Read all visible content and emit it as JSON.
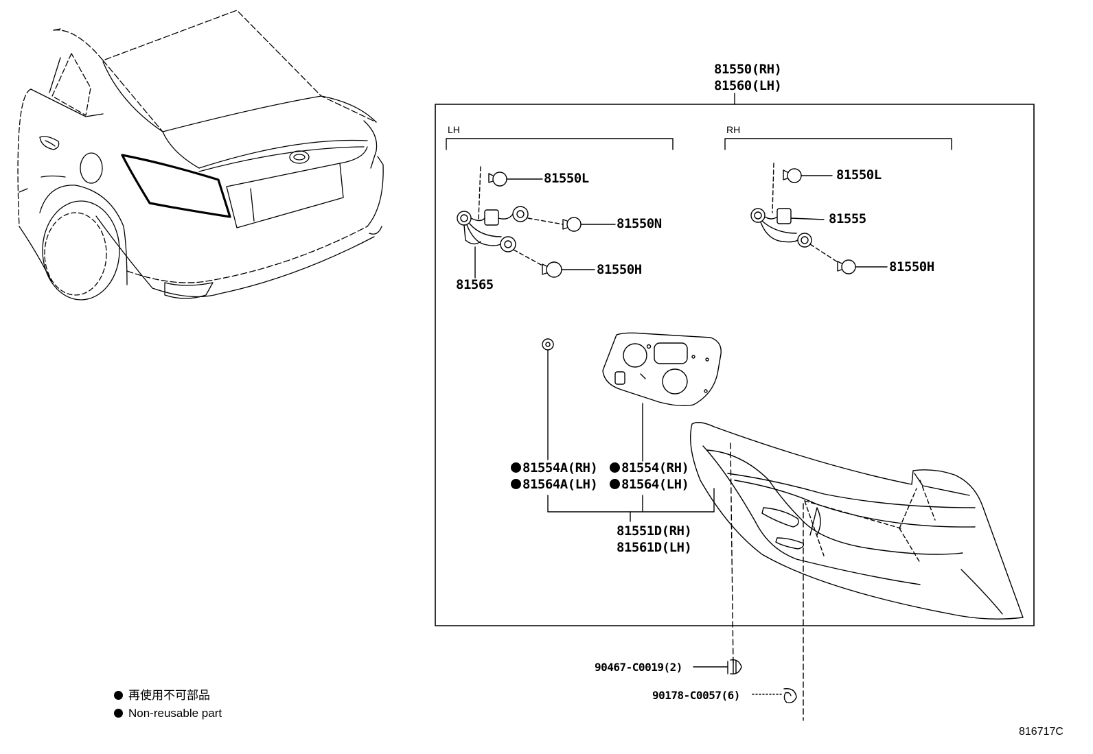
{
  "assembly": {
    "rh": "81550(RH)",
    "lh": "81560(LH)"
  },
  "sections": {
    "lh": "LH",
    "rh": "RH"
  },
  "parts": {
    "lh_bulb_l": "81550L",
    "lh_bulb_n": "81550N",
    "lh_bulb_h": "81550H",
    "lh_socket": "81565",
    "rh_bulb_l": "81550L",
    "rh_socket": "81555",
    "rh_bulb_h": "81550H",
    "gasket_a_rh": "81554A(RH)",
    "gasket_a_lh": "81564A(LH)",
    "gasket_rh": "81554(RH)",
    "gasket_lh": "81564(LH)",
    "lens_rh": "81551D(RH)",
    "lens_lh": "81561D(LH)",
    "screw": "90467-C0019(2)",
    "clip": "90178-C0057(6)"
  },
  "legend": {
    "jp": "再使用不可部品",
    "en": "Non-reusable part"
  },
  "diagram_code": "816717C"
}
